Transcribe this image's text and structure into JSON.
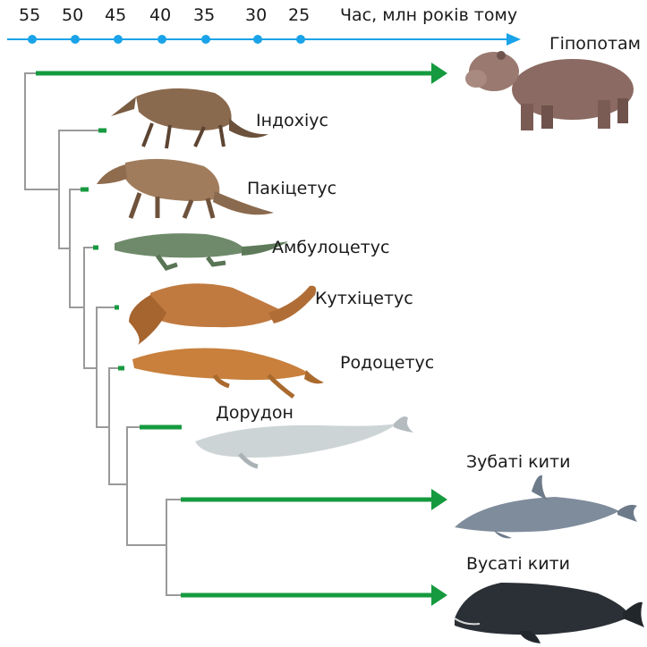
{
  "timeline": {
    "ticks": [
      "55",
      "50",
      "45",
      "40",
      "35",
      "30",
      "25"
    ],
    "caption": "Час, млн років тому",
    "color": "#1aa3e8"
  },
  "colors": {
    "lineage": "#169a3f",
    "tree": "#999999"
  },
  "taxa": [
    {
      "id": "hippo",
      "label": "Гіпопотам",
      "icon": "hippopotamus-illustration"
    },
    {
      "id": "indohyus",
      "label": "Індохіус",
      "icon": "indohyus-illustration"
    },
    {
      "id": "pakicetus",
      "label": "Пакіцетус",
      "icon": "pakicetus-illustration"
    },
    {
      "id": "ambulocetus",
      "label": "Амбулоцетус",
      "icon": "ambulocetus-illustration"
    },
    {
      "id": "kutchicetus",
      "label": "Кутхіцетус",
      "icon": "kutchicetus-illustration"
    },
    {
      "id": "rodhocetus",
      "label": "Родоцетус",
      "icon": "rodhocetus-illustration"
    },
    {
      "id": "dorudon",
      "label": "Дорудон",
      "icon": "dorudon-illustration"
    },
    {
      "id": "toothed",
      "label": "Зубаті кити",
      "icon": "dolphin-illustration"
    },
    {
      "id": "baleen",
      "label": "Вусаті кити",
      "icon": "right-whale-illustration"
    }
  ]
}
